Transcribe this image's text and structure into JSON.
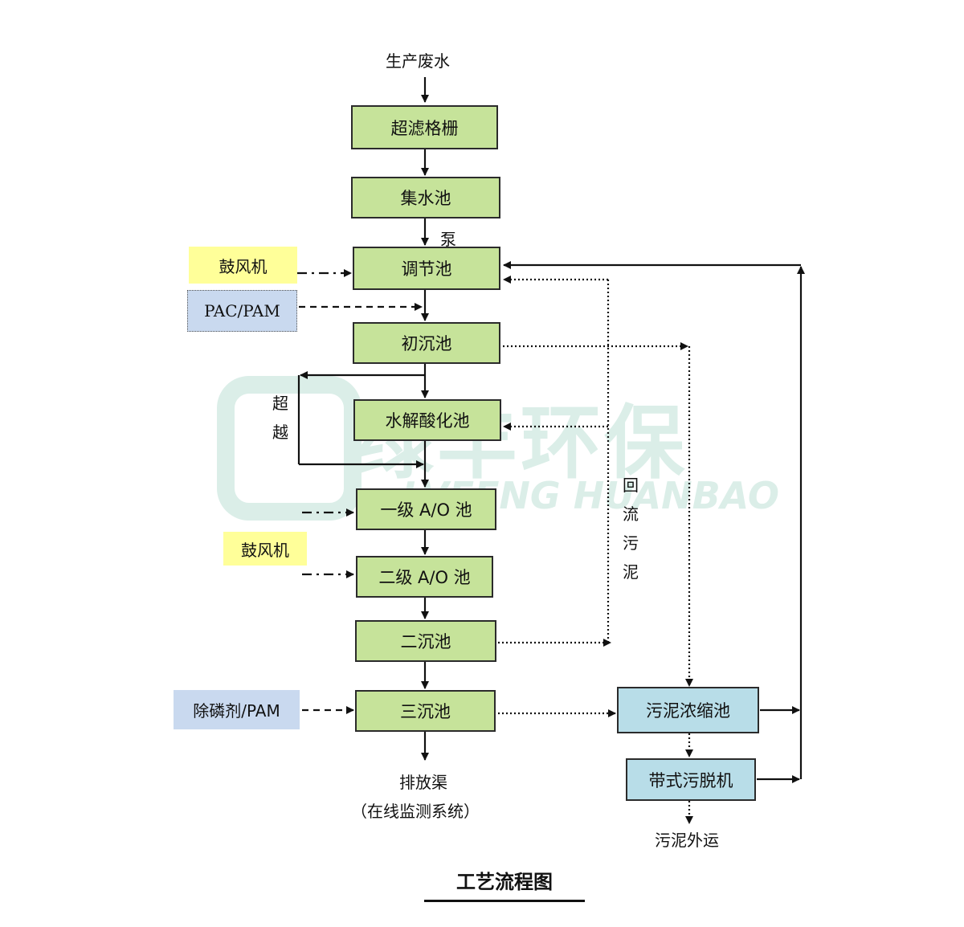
{
  "watermark": {
    "chinese": "绿丰环保",
    "pinyin": "LVFENG HUANBAO"
  },
  "labels": {
    "inlet": "生产废水",
    "pump": "泵",
    "bypass": "超越",
    "return_sludge": "回流污泥",
    "outlet_line1": "排放渠",
    "outlet_line2": "（在线监测系统）",
    "sludge_out": "污泥外运"
  },
  "process": {
    "ultrafilter_screen": "超滤格栅",
    "collection_tank": "集水池",
    "equalization_tank": "调节池",
    "primary_settling": "初沉池",
    "hydrolysis_acidification": "水解酸化池",
    "ao_stage1": "一级 A/O 池",
    "ao_stage2": "二级 A/O 池",
    "secondary_settling": "二沉池",
    "tertiary_settling": "三沉池",
    "sludge_thickener": "污泥浓缩池",
    "belt_press": "带式污脱机"
  },
  "inputs": {
    "blower_top": "鼓风机",
    "pac_pam": "PAC/PAM",
    "blower_mid": "鼓风机",
    "phosphorus_pam": "除磷剂/PAM"
  },
  "title": "工艺流程图",
  "colors": {
    "process_box": "#c6e39a",
    "sludge_box": "#b8dde8",
    "blower_bg": "#ffff99",
    "chemical_bg": "#c9d9ef",
    "watermark": "#dbeee8"
  }
}
